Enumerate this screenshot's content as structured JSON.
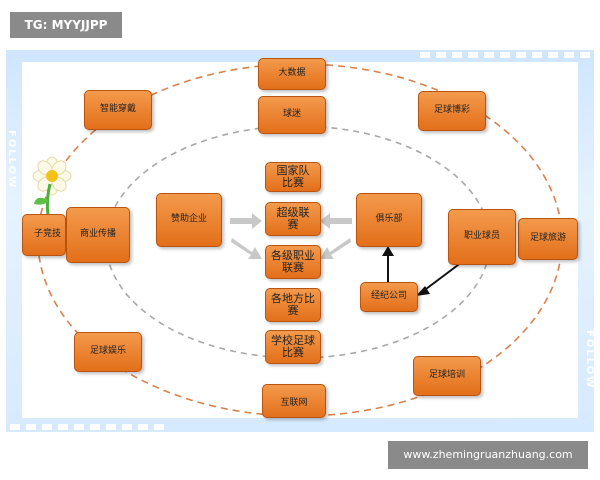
{
  "watermark": {
    "tg_label": "TG: MYYJJPP",
    "url": "www.zhemingruanzhuang.com",
    "side_text": "FOLLOW"
  },
  "diagram": {
    "outer_nodes": {
      "big_data": "大数据",
      "smart_wear": "智能穿戴",
      "football_lottery": "足球博彩",
      "child_sports": "子竞技",
      "football_travel": "足球旅游",
      "football_entertainment": "足球娱乐",
      "football_training": "足球培训",
      "internet": "互联网"
    },
    "inner_nodes": {
      "fans": "球迷",
      "business_media": "商业传播",
      "sponsor": "赞助企业",
      "club": "俱乐部",
      "pro_player": "职业球员",
      "agency": "经纪公司"
    },
    "center_nodes": {
      "national_team": "国家队比赛",
      "super_league": "超级联赛",
      "pro_leagues": "各级职业联赛",
      "local_games": "各地方比赛",
      "school_league": "学校足球比赛"
    }
  }
}
